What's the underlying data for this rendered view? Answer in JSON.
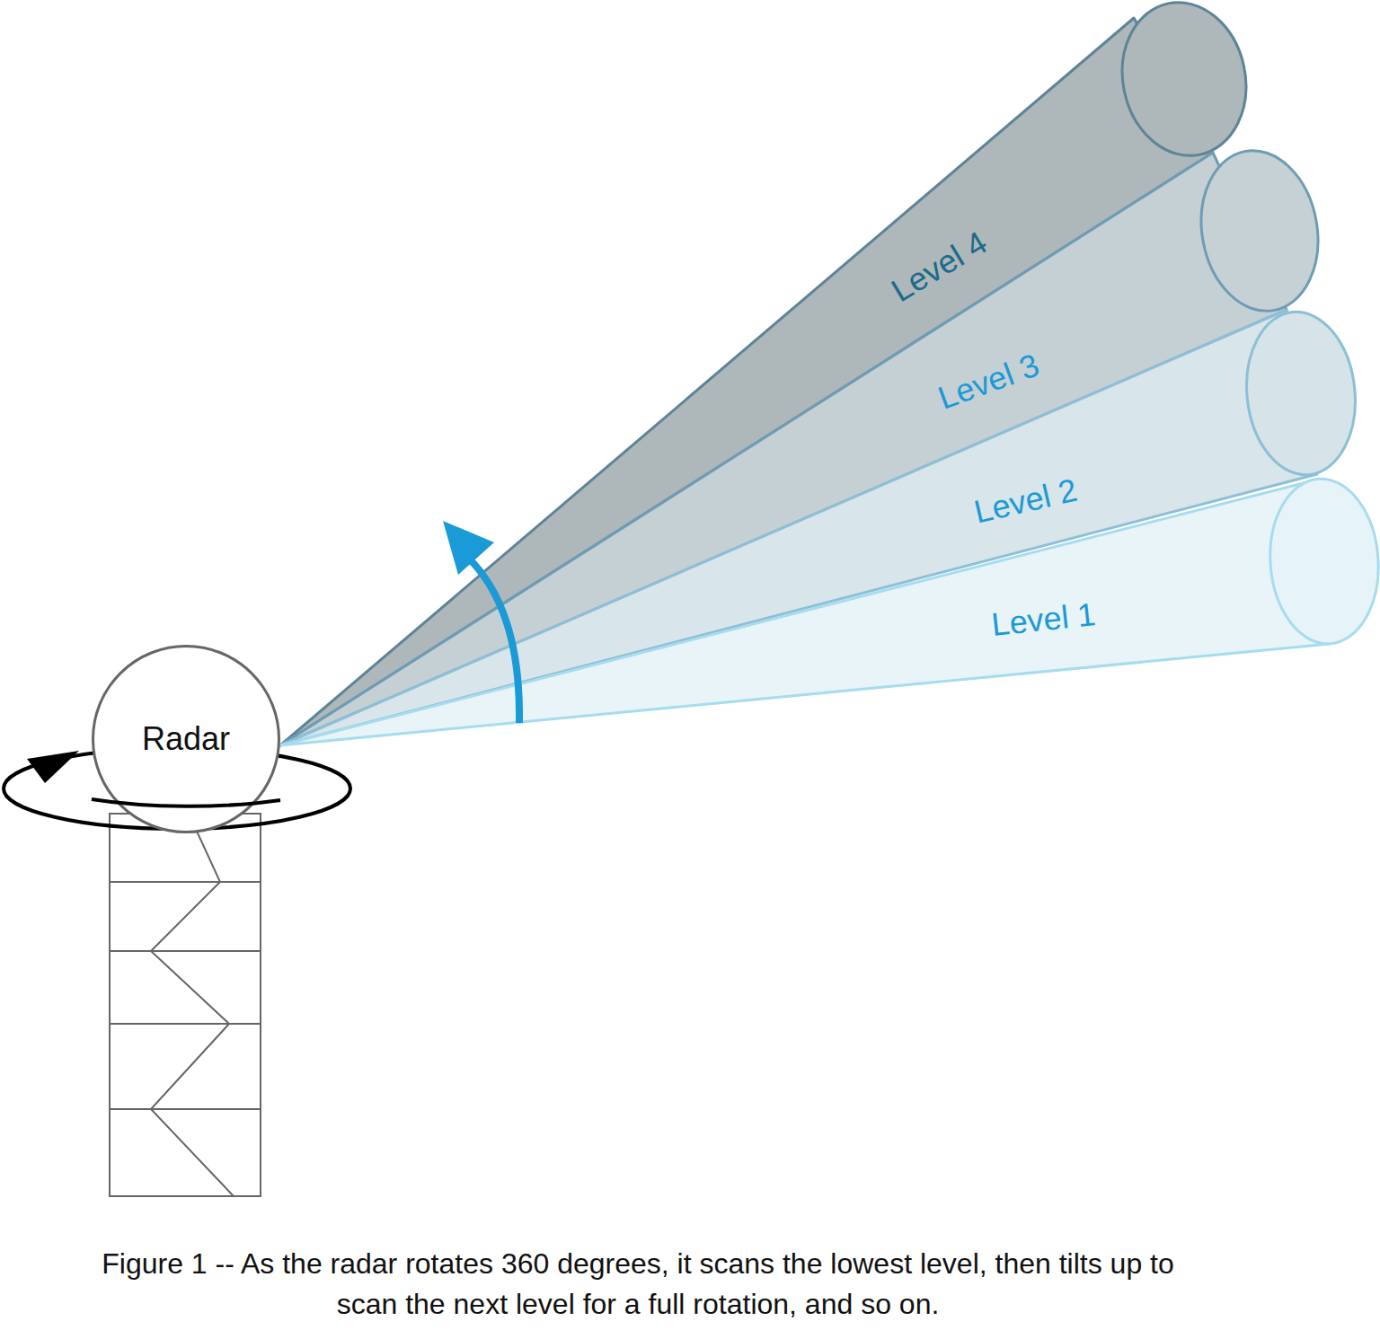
{
  "diagram": {
    "caption": "Figure 1 -- As the radar rotates 360 degrees, it scans the lowest level, then tilts up to scan the next level for a full rotation, and so on.",
    "nodes": [
      {
        "text": [
          "Level 4"
        ]
      },
      {
        "text": [
          "Level 3"
        ]
      },
      {
        "text": [
          "Level 2"
        ]
      },
      {
        "text": [
          "Level 1"
        ]
      },
      {
        "text": [
          "Radar"
        ]
      }
    ]
  }
}
